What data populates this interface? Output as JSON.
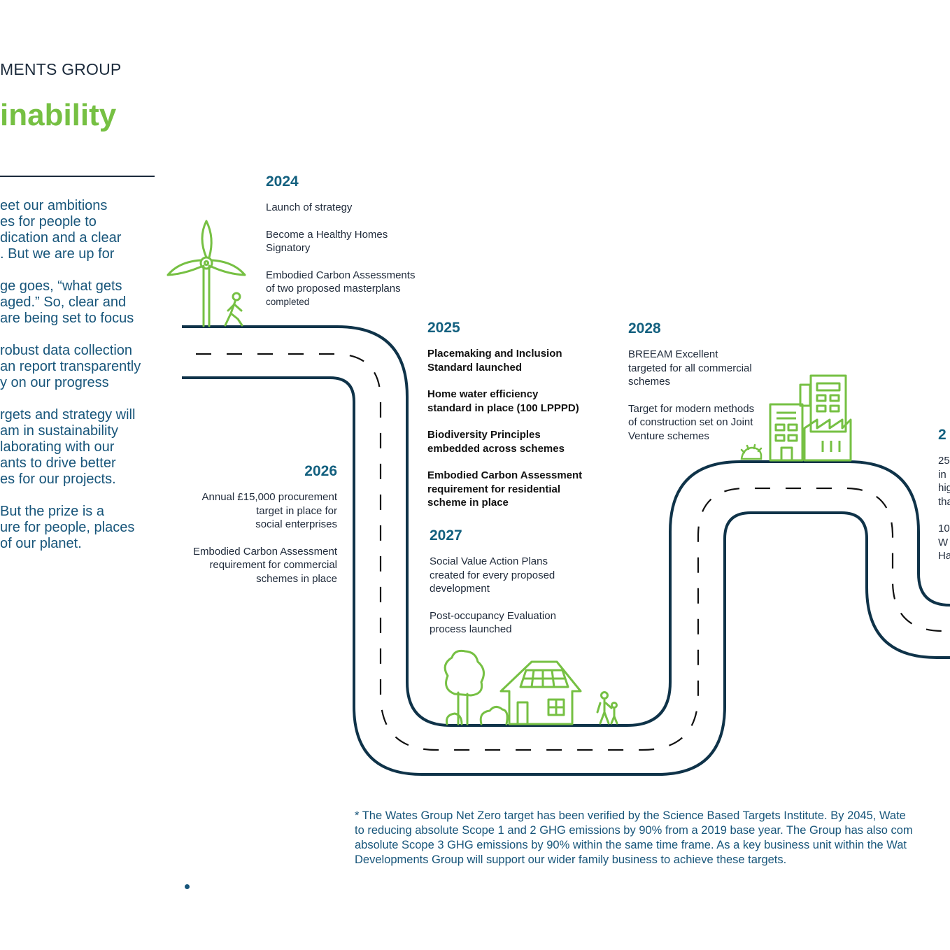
{
  "header": {
    "group_title": "MENTS GROUP",
    "section_title": "inability"
  },
  "intro": {
    "paragraphs": [
      "eet our ambitions\nes for people to\ndication and a clear\n. But we are up for",
      "ge goes, “what gets\naged.” So, clear and\nare being set to focus",
      " robust data collection\nan report transparently\ny on our progress",
      "rgets and strategy will\nam in sustainability\nlaborating with our\nants to drive better\nes for our projects.",
      "But the prize is a\nure for people, places\nof our planet."
    ]
  },
  "timeline": {
    "y2024": {
      "year": "2024",
      "items": [
        "Launch of strategy",
        "Become a Healthy Homes\nSignatory",
        "Embodied Carbon Assessments\nof two proposed masterplans"
      ],
      "small_item": "completed"
    },
    "y2025": {
      "year": "2025",
      "items": [
        "Placemaking and Inclusion\nStandard launched",
        "Home water efficiency\nstandard in place (100 LPPPD)",
        "Biodiversity Principles\nembedded across schemes",
        "Embodied Carbon Assessment\nrequirement for residential\nscheme in place"
      ]
    },
    "y2026": {
      "year": "2026",
      "items": [
        "Annual £15,000 procurement\ntarget in place for\nsocial enterprises",
        "Embodied Carbon Assessment\nrequirement for commercial\nschemes in place"
      ]
    },
    "y2027": {
      "year": "2027",
      "items": [
        "Social Value Action Plans\ncreated for every proposed\ndevelopment",
        "Post-occupancy Evaluation\nprocess launched"
      ]
    },
    "y2028": {
      "year": "2028",
      "items": [
        "BREEAM Excellent\ntargeted for all commercial\nschemes",
        "Target for modern methods\nof construction set on Joint\nVenture schemes"
      ]
    },
    "y2029_partial": {
      "year": "2",
      "items": [
        "25\nin\nhig\ntha",
        "10\nW\nHa"
      ]
    }
  },
  "footnote": {
    "lines": [
      "* The Wates Group Net Zero target has been verified by the Science Based Targets Institute. By 2045, Wate",
      "to reducing absolute Scope 1 and 2 GHG emissions by 90% from a 2019 base year. The Group has also com",
      "absolute Scope 3 GHG emissions by 90% within the same time frame. As a key business unit within the Wat",
      "Developments Group will support our wider family business to achieve these targets."
    ]
  },
  "colors": {
    "navy": "#1c2b3c",
    "teal": "#13607f",
    "green": "#76c043",
    "road": "#0f3349"
  },
  "icons": [
    "wind-turbine-icon",
    "walking-person-icon",
    "tree-icon",
    "bush-icon",
    "solar-house-icon",
    "family-icon",
    "hedgehog-icon",
    "office-buildings-icon",
    "factory-icon"
  ]
}
